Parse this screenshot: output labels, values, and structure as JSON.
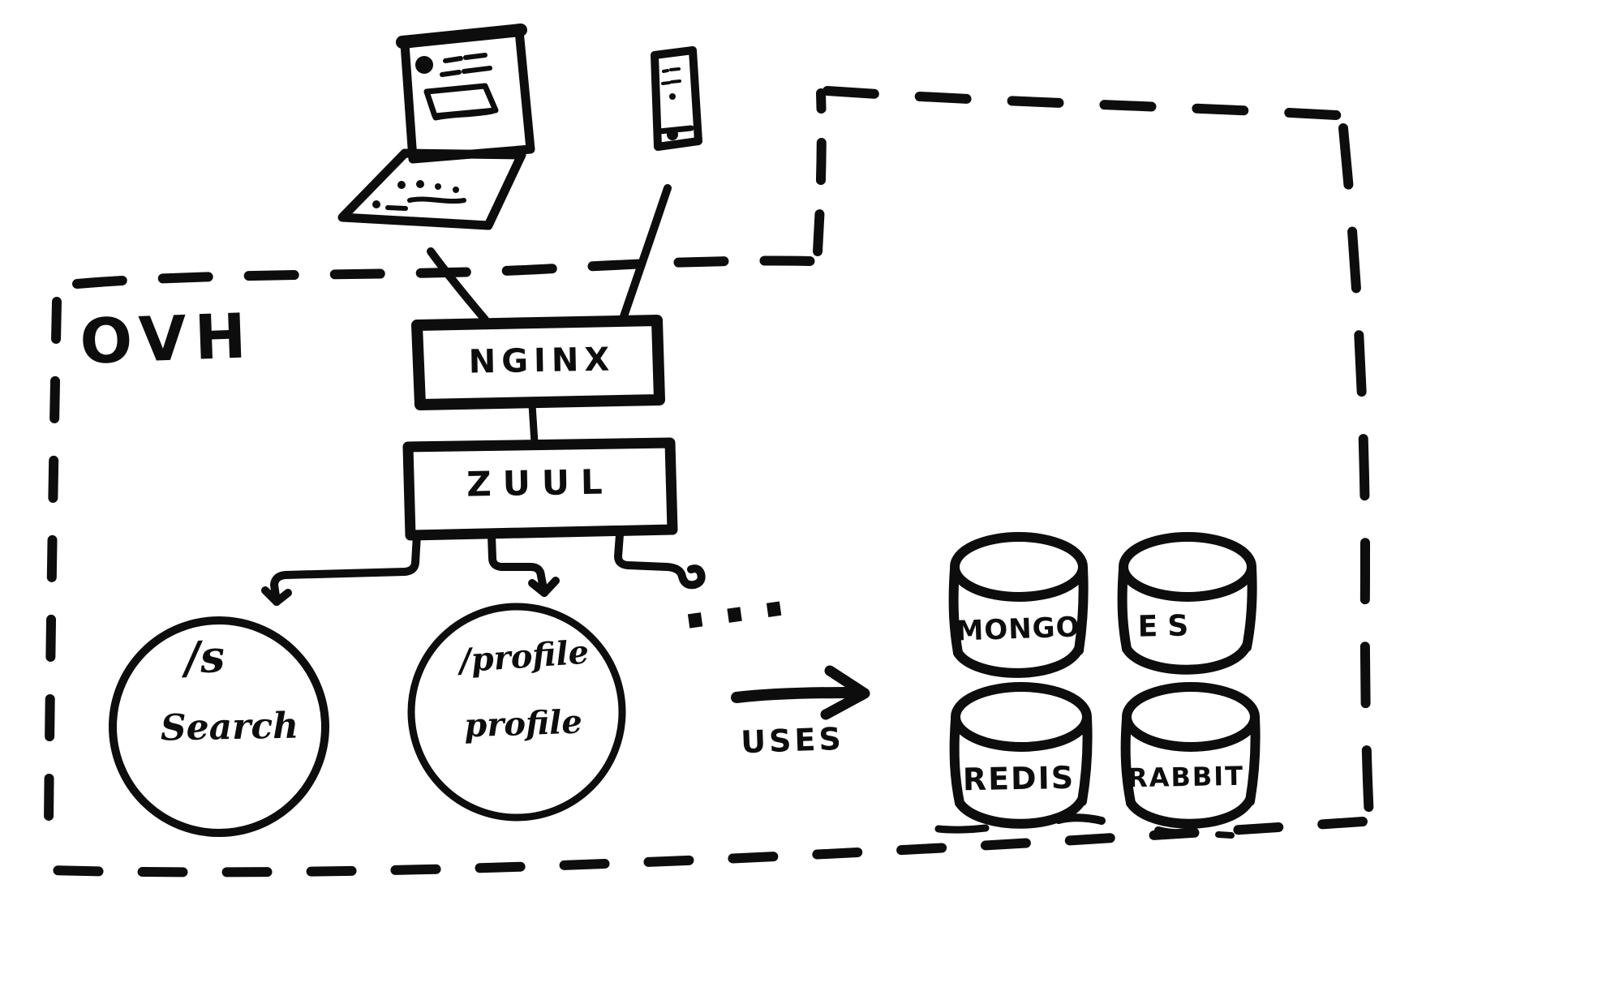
{
  "diagram": {
    "provider_label": "OVH",
    "gateway": {
      "nginx_label": "NGINX",
      "zuul_label": "ZUUL"
    },
    "services": {
      "search": {
        "route": "/s",
        "name": "Search"
      },
      "profile": {
        "route": "/profile",
        "name": "profile"
      },
      "ellipsis": "..."
    },
    "relation_label": "USES",
    "datastores": {
      "mongo_label": "MONGO",
      "es_label": "ES",
      "redis_label": "REDIS",
      "rabbit_label": "RABBIT"
    },
    "colors": {
      "ink": "#0d0d0d",
      "paper": "#ffffff"
    }
  }
}
